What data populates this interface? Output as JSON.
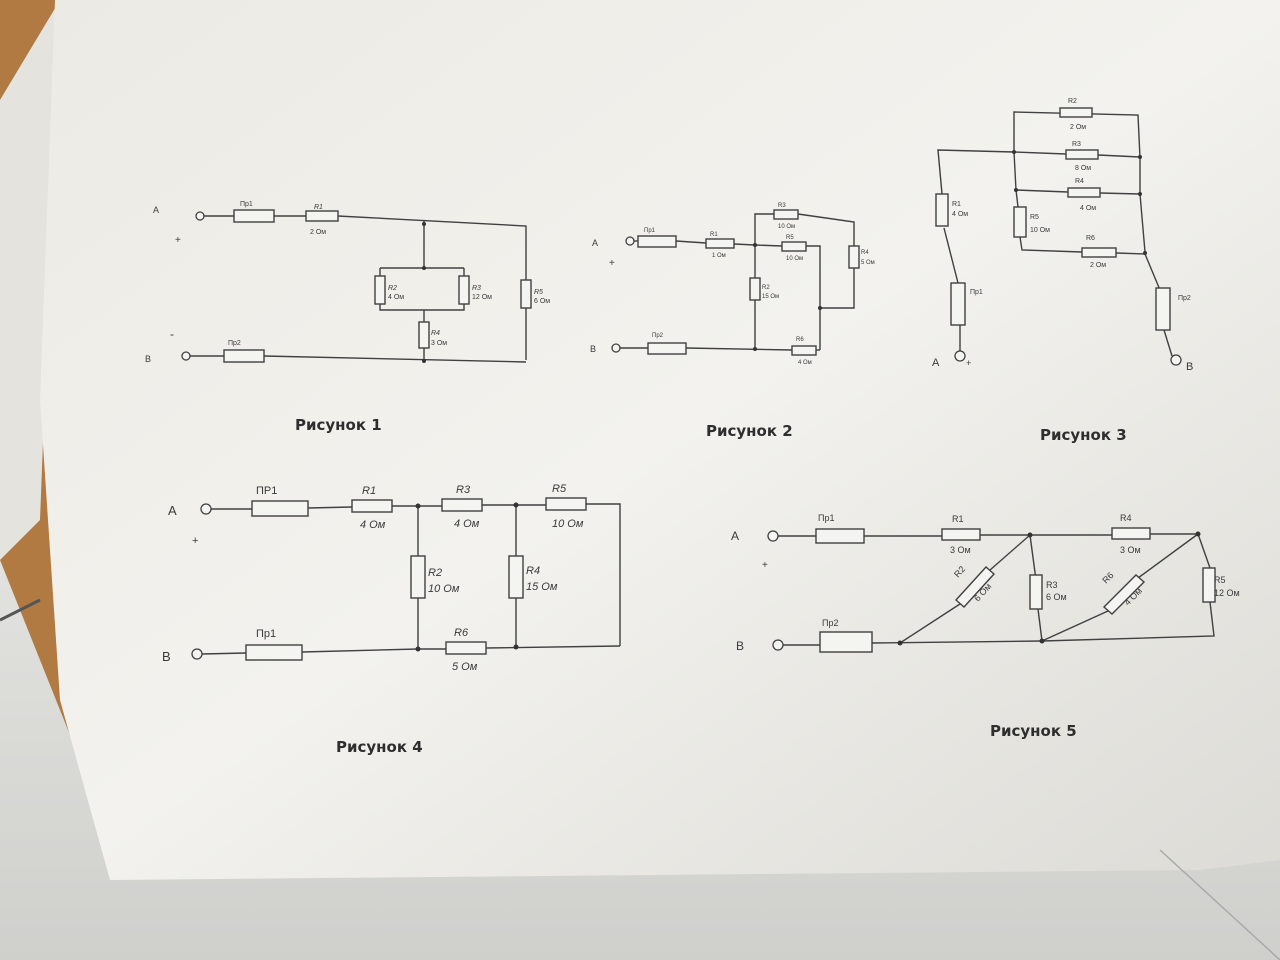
{
  "captions": [
    "Рисунок 1",
    "Рисунок 2",
    "Рисунок 3",
    "Рисунок 4",
    "Рисунок 5"
  ],
  "fig1": {
    "A": "A",
    "B": "B",
    "plus": "+",
    "minus": "-",
    "pr1": "Пр1",
    "pr2": "Пр2",
    "r1": "R1",
    "r1v": "2 Ом",
    "r2": "R2",
    "r2v": "4 Ом",
    "r3": "R3",
    "r3v": "12 Ом",
    "r4": "R4",
    "r4v": "3 Ом",
    "r5": "R5",
    "r5v": "6 Ом"
  },
  "fig2": {
    "A": "A",
    "B": "B",
    "plus": "+",
    "pr1": "Пр1",
    "pr2": "Пр2",
    "r1": "R1",
    "r1v": "1 Ом",
    "r2": "R2",
    "r2v": "15 Ом",
    "r3": "R3",
    "r3v": "10 Ом",
    "r4": "R4",
    "r4v": "5 Ом",
    "r5": "R5",
    "r5v": "10 Ом",
    "r6": "R6",
    "r6v": "4 Ом"
  },
  "fig3": {
    "A": "A",
    "B": "B",
    "plus": "+",
    "pr1": "Пр1",
    "pr2": "Пр2",
    "r1": "R1",
    "r1v": "4 Ом",
    "r2": "R2",
    "r2v": "2 Ом",
    "r3": "R3",
    "r3v": "8 Ом",
    "r4": "R4",
    "r4v": "4 Ом",
    "r5": "R5",
    "r5v": "10 Ом",
    "r6": "R6",
    "r6v": "2 Ом"
  },
  "fig4": {
    "A": "A",
    "B": "B",
    "plus": "+",
    "pr1": "ПР1",
    "pr2": "Пр1",
    "r1": "R1",
    "r1v": "4 Ом",
    "r2": "R2",
    "r2v": "10 Ом",
    "r3": "R3",
    "r3v": "4 Ом",
    "r4": "R4",
    "r4v": "15 Ом",
    "r5": "R5",
    "r5v": "10 Ом",
    "r6": "R6",
    "r6v": "5 Ом"
  },
  "fig5": {
    "A": "A",
    "B": "B",
    "plus": "+",
    "pr1": "Пр1",
    "pr2": "Пр2",
    "r1": "R1",
    "r1v": "3 Ом",
    "r2": "R2",
    "r2v": "6 Ом",
    "r3": "R3",
    "r3v": "6 Ом",
    "r4": "R4",
    "r4v": "3 Ом",
    "r5": "R5",
    "r5v": "12 Ом",
    "r6": "R6",
    "r6v": "4 Ом"
  }
}
